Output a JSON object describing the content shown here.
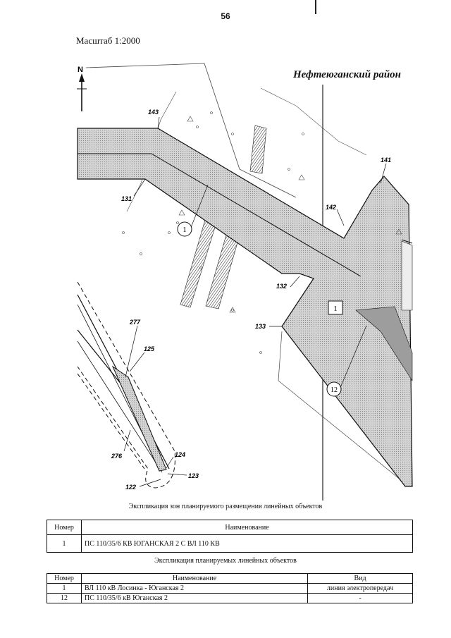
{
  "page_number": "56",
  "scale": "Масштаб 1:2000",
  "district": "Нефтеюганский район",
  "north": "N",
  "points": {
    "p143": "143",
    "p131": "131",
    "p141": "141",
    "p142": "142",
    "p132": "132",
    "p133": "133",
    "p277": "277",
    "p125": "125",
    "p276": "276",
    "p124": "124",
    "p123": "123",
    "p122": "122"
  },
  "callouts": {
    "c1": "1",
    "c12": "12",
    "box1": "1"
  },
  "zones_table": {
    "caption": "Экспликация зон планируемого размещения линейных объектов",
    "headers": [
      "Номер",
      "Наименование"
    ],
    "rows": [
      {
        "num": "1",
        "name": "ПС 110/35/6 КВ ЮГАНСКАЯ 2 С ВЛ 110 КВ"
      }
    ]
  },
  "objects_table": {
    "caption": "Экспликация планируемых линейных объектов",
    "headers": [
      "Номер",
      "Наименование",
      "Вид"
    ],
    "rows": [
      {
        "num": "1",
        "name": "ВЛ 110 кВ Лосинка - Юганская 2",
        "kind": "линия электропередач"
      },
      {
        "num": "12",
        "name": "ПС 110/35/6 кВ Юганская 2",
        "kind": "-"
      }
    ]
  },
  "colors": {
    "zone_fill": "#cfcfcf",
    "line": "#111111"
  }
}
